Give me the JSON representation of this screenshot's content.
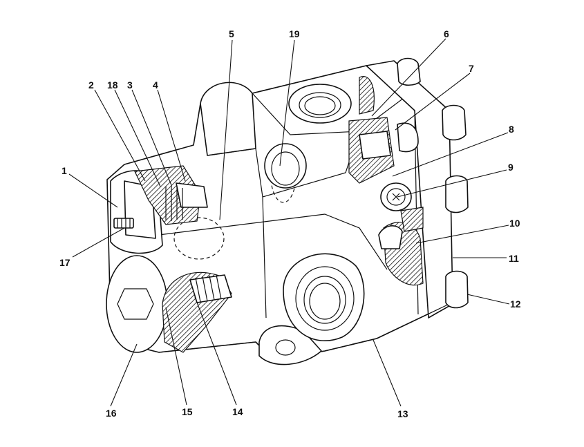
{
  "callouts": [
    {
      "id": "1",
      "label": "1"
    },
    {
      "id": "2",
      "label": "2"
    },
    {
      "id": "18",
      "label": "18"
    },
    {
      "id": "3",
      "label": "3"
    },
    {
      "id": "4",
      "label": "4"
    },
    {
      "id": "5",
      "label": "5"
    },
    {
      "id": "19",
      "label": "19"
    },
    {
      "id": "6",
      "label": "6"
    },
    {
      "id": "7",
      "label": "7"
    },
    {
      "id": "8",
      "label": "8"
    },
    {
      "id": "9",
      "label": "9"
    },
    {
      "id": "10",
      "label": "10"
    },
    {
      "id": "11",
      "label": "11"
    },
    {
      "id": "12",
      "label": "12"
    },
    {
      "id": "13",
      "label": "13"
    },
    {
      "id": "14",
      "label": "14"
    },
    {
      "id": "15",
      "label": "15"
    },
    {
      "id": "16",
      "label": "16"
    },
    {
      "id": "17",
      "label": "17"
    }
  ]
}
